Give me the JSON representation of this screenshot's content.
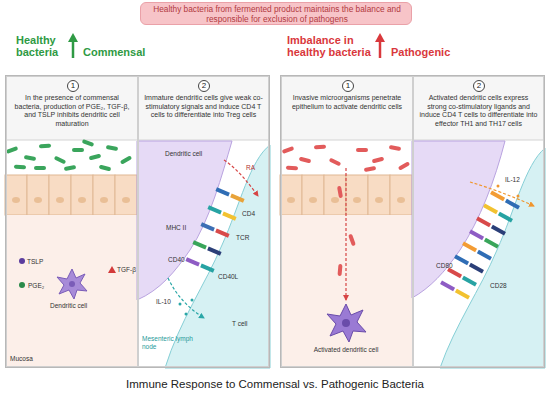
{
  "diagram": {
    "caption": "Immune Response to Commensal vs. Pathogenic Bacteria",
    "nodes": [
      {
        "text": [
          "Healthy bacteria from fermented product maintains the balance and responsible for exclusion of pathogens"
        ]
      },
      {
        "text": [
          "Healthy bacteria",
          "Commensal"
        ]
      },
      {
        "text": [
          "In the presence of commensal bacteria, production of PGE₂, TGF-β, and TSLP inhibits dendritic cell maturation"
        ],
        "in": 1
      },
      {
        "text": [
          "1"
        ],
        "in": 2
      },
      {
        "text": [
          "Immature dendritic cells give weak co-stimulatory signals and induce CD4 T cells to differentiate into Treg cells"
        ],
        "in": 1
      },
      {
        "text": [
          "2"
        ],
        "in": 4
      },
      {
        "text": [
          "Imbalance in healthy bacteria",
          "Pathogenic"
        ]
      },
      {
        "text": [
          "Invasive microorganisms penetrate epithelium to activate dendritic cells"
        ],
        "in": 6
      },
      {
        "text": [
          "1"
        ],
        "in": 7
      },
      {
        "text": [
          "Activated dendritic cells express strong co-stimulatory ligands and induce CD4 T cells to differentiate into effector TH1 and TH17 cells"
        ],
        "in": 6
      },
      {
        "text": [
          "2"
        ],
        "in": 9
      }
    ],
    "labels": [
      "TSLP",
      "TGF-β",
      "PGE₂",
      "Dendritic cell",
      "Mucosa",
      "Dendritic cell",
      "RA",
      "MHC II",
      "CD4",
      "TCR",
      "CD40",
      "CD40L",
      "IL-10",
      "T cell",
      "Mesenteric lymph node",
      "Activated dendritic cell",
      "IL-12",
      "CD80",
      "CD28"
    ]
  }
}
